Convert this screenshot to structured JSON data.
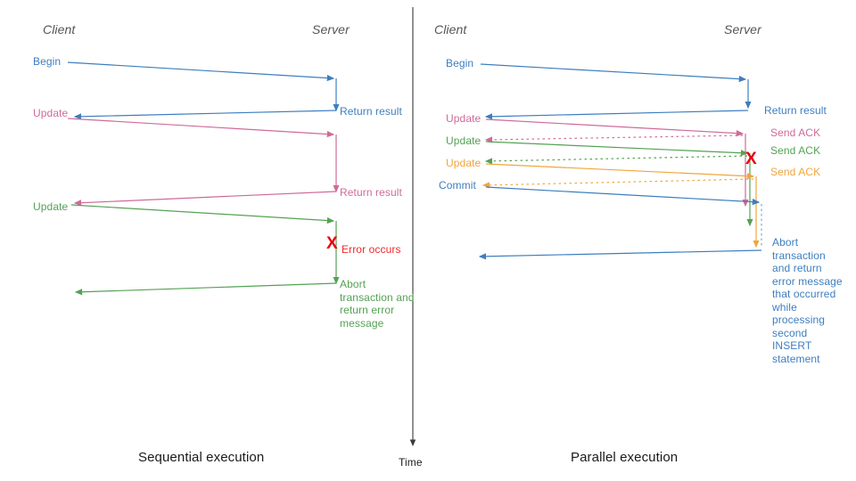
{
  "figure": {
    "time_axis_label": "Time",
    "panels": [
      {
        "id": "sequential",
        "caption": "Sequential execution",
        "actors": {
          "client": "Client",
          "server": "Server"
        },
        "messages": [
          {
            "label": "Begin",
            "color": "#3d7ebf",
            "side": "client"
          },
          {
            "label": "Update",
            "color": "#cf6a9a",
            "side": "client"
          },
          {
            "label": "Update",
            "color": "#54a254",
            "side": "client"
          }
        ],
        "server_notes": [
          {
            "label": "Return result",
            "color": "#3d7ebf"
          },
          {
            "label": "Return result",
            "color": "#cf6a9a"
          },
          {
            "label": "Abort\ntransaction\nand return\nerror message",
            "color": "#54a254"
          }
        ],
        "error": {
          "marker": "X",
          "label": "Error occurs",
          "color": "#ef2a2a"
        }
      },
      {
        "id": "parallel",
        "caption": "Parallel execution",
        "actors": {
          "client": "Client",
          "server": "Server"
        },
        "messages": [
          {
            "label": "Begin",
            "color": "#3d7ebf",
            "side": "client"
          },
          {
            "label": "Update",
            "color": "#cf6a9a",
            "side": "client"
          },
          {
            "label": "Update",
            "color": "#54a254",
            "side": "client"
          },
          {
            "label": "Update",
            "color": "#f0a63c",
            "side": "client"
          },
          {
            "label": "Commit",
            "color": "#3d7ebf",
            "side": "client"
          }
        ],
        "server_notes": [
          {
            "label": "Return result",
            "color": "#3d7ebf"
          },
          {
            "label": "Send ACK",
            "color": "#cf6a9a"
          },
          {
            "label": "Send ACK",
            "color": "#54a254"
          },
          {
            "label": "Send ACK",
            "color": "#f0a63c"
          },
          {
            "label": "Abort\ntransaction\nand return\nerror message\nthat occurred\nwhile\nprocessing\nsecond\nINSERT\nstatement",
            "color": "#3d7ebf"
          }
        ],
        "error": {
          "marker": "X",
          "label": "",
          "color": "#ef2a2a"
        }
      }
    ],
    "colors": {
      "blue": "#3d7ebf",
      "pink": "#cf6a9a",
      "green": "#54a254",
      "orange": "#f0a63c",
      "red": "#ef2a2a",
      "axis": "#3a3a3a",
      "actor_text": "#555555",
      "caption_text": "#1a1a1a"
    }
  }
}
